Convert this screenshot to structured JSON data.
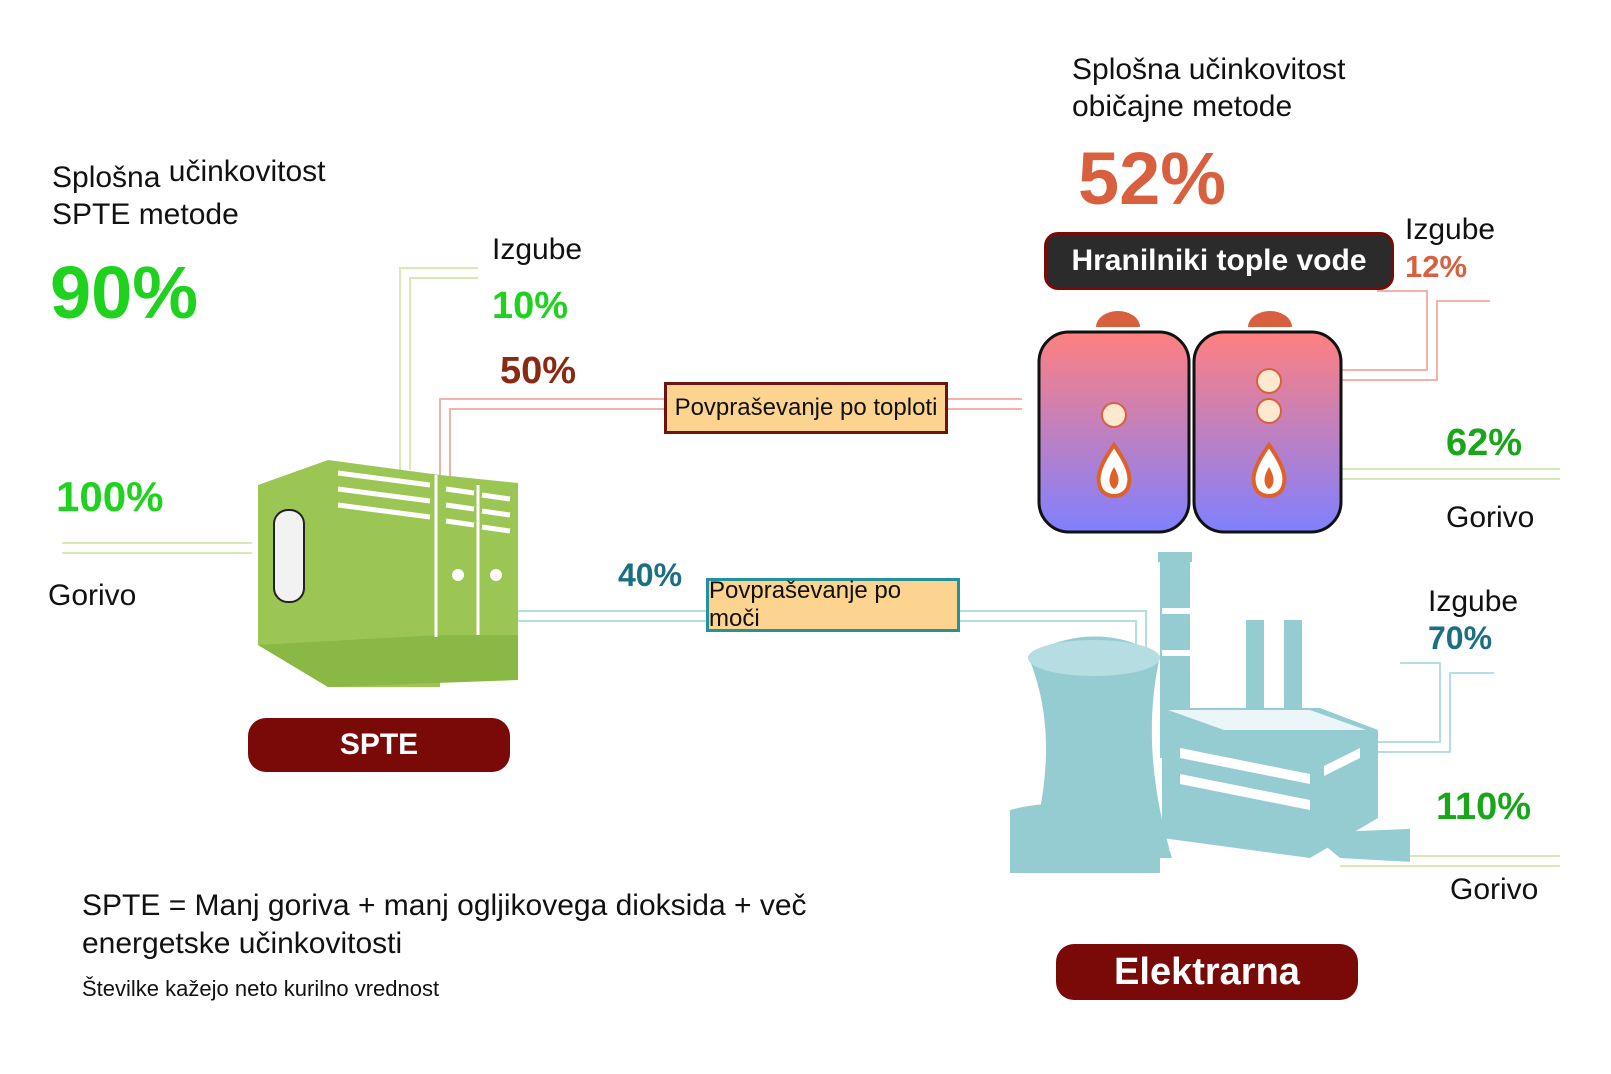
{
  "chp": {
    "efficiency_label": "Splošna učinkovitost SPTE metode",
    "efficiency_label_line1_a": "Splošna",
    "efficiency_label_line1_b": "učinkovitost",
    "efficiency_label_line2": "SPTE metode",
    "efficiency_value": "90%",
    "losses_label": "Izgube",
    "losses_value": "10%",
    "heat_share": "50%",
    "power_share": "40%",
    "fuel_value": "100%",
    "fuel_label": "Gorivo",
    "name": "SPTE"
  },
  "conventional": {
    "efficiency_label_line1": "Splošna učinkovitost",
    "efficiency_label_line2": "običajne metode",
    "efficiency_value": "52%",
    "boilers_label": "Hranilniki tople vode",
    "boiler_losses_label": "Izgube",
    "boiler_losses_value": "12%",
    "boiler_fuel_value": "62%",
    "boiler_fuel_label": "Gorivo",
    "plant_losses_label": "Izgube",
    "plant_losses_value": "70%",
    "plant_fuel_value": "110%",
    "plant_fuel_label": "Gorivo",
    "plant_name": "Elektrarna"
  },
  "demand": {
    "heat": "Povpraševanje po toploti",
    "power": "Povpraševanje po moči"
  },
  "footer": {
    "equation_line1": "SPTE = Manj goriva + manj ogljikovega dioksida + več",
    "equation_line2": "energetske učinkovitosti",
    "note": "Številke kažejo neto kurilno vrednost"
  },
  "colors": {
    "green": "#1ed21e",
    "brown": "#8b2a13",
    "teal": "#1c6e82",
    "red": "#d9603f",
    "label_bg": "#7a0a08",
    "demand_bg": "#fcd38f",
    "chp_unit": "#9bc653",
    "plant": "#95ccd2"
  }
}
